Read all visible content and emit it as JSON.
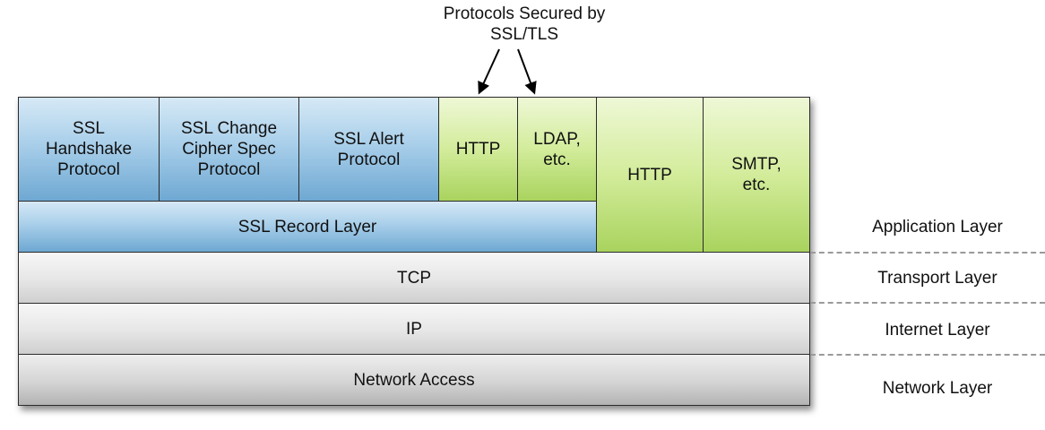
{
  "title": "Protocols Secured by\nSSL/TLS",
  "ssl_stack": {
    "handshake": "SSL\nHandshake\nProtocol",
    "change_cipher": "SSL Change\nCipher Spec\nProtocol",
    "alert": "SSL Alert\nProtocol",
    "http_secured": "HTTP",
    "ldap_secured": "LDAP,\netc.",
    "record_layer": "SSL Record Layer"
  },
  "plain_apps": {
    "http": "HTTP",
    "smtp": "SMTP,\netc."
  },
  "transport": "TCP",
  "internet": "IP",
  "network_access": "Network Access",
  "layers": {
    "application": "Application Layer",
    "transport": "Transport Layer",
    "internet": "Internet Layer",
    "network": "Network Layer"
  },
  "colors": {
    "ssl_blue": "#8fbfe0",
    "app_green": "#c4e486",
    "gray_light": "#e2e2e2",
    "gray_dark": "#c8c8c8",
    "dashed_line": "#9a9a9a"
  }
}
